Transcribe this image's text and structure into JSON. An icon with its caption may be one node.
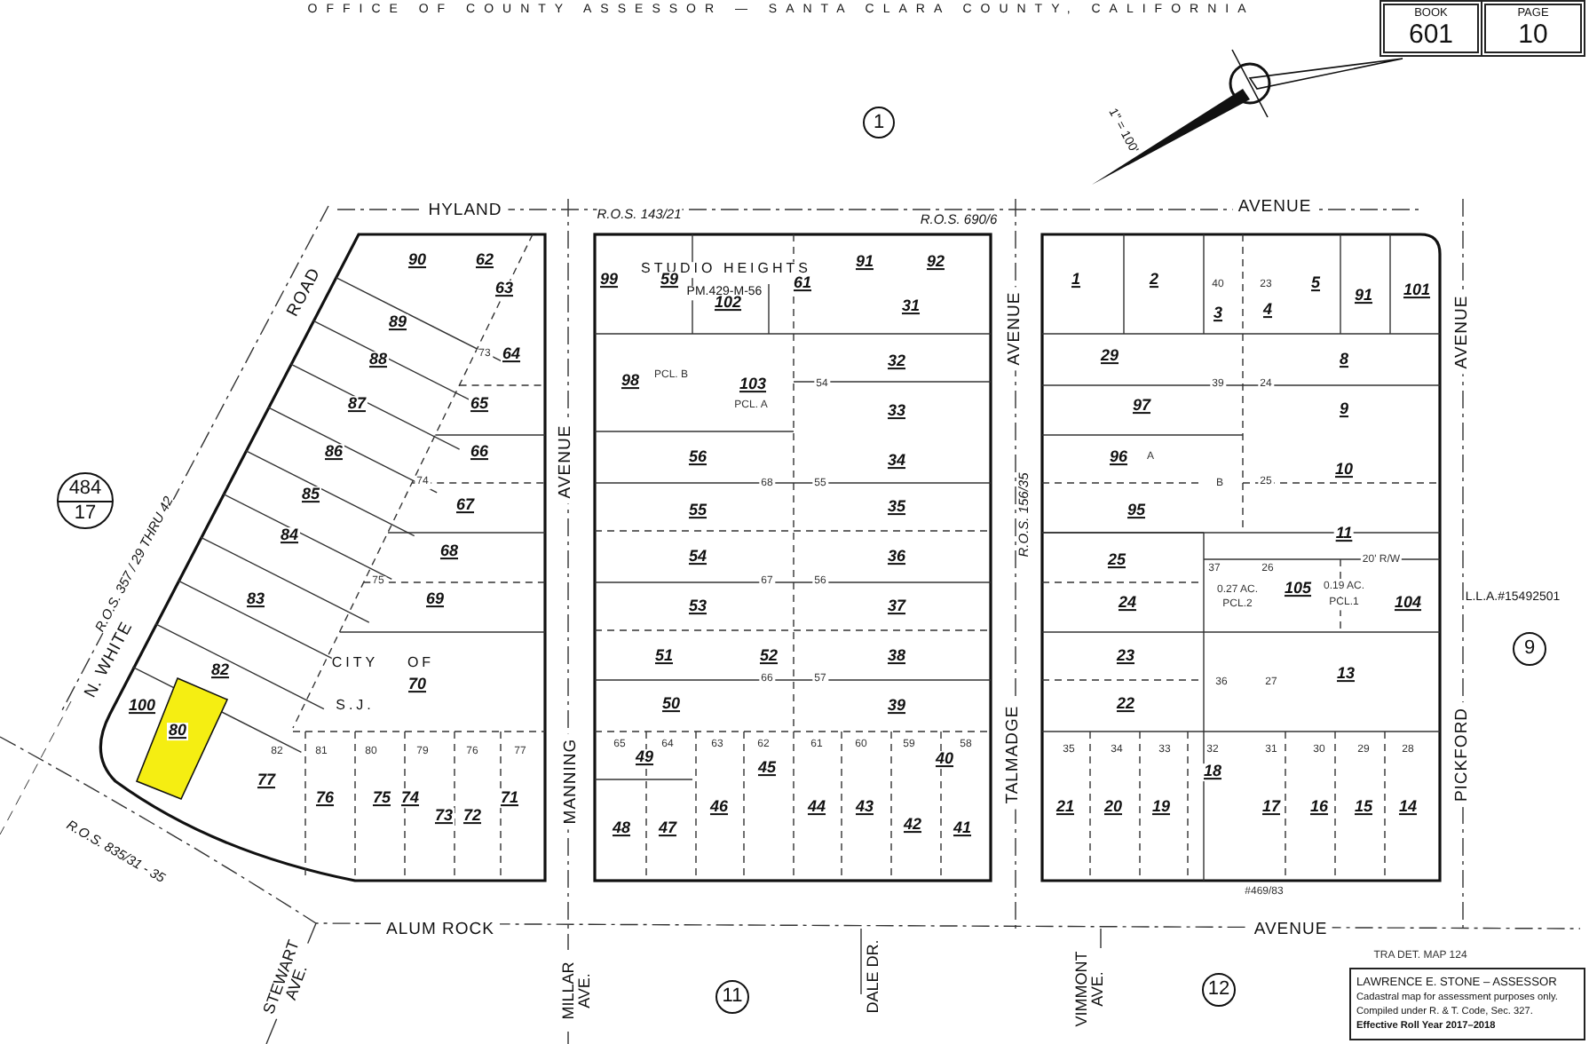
{
  "diagram": {
    "nodes": [
      {
        "text": [
          "BOOK",
          "601"
        ]
      },
      {
        "text": [
          "PAGE",
          "10"
        ]
      },
      {
        "text": [
          "1"
        ]
      },
      {
        "text": [
          "484",
          "17"
        ]
      },
      {
        "text": [
          "9"
        ]
      },
      {
        "text": [
          "11"
        ]
      },
      {
        "text": [
          "12"
        ]
      },
      {
        "text": [
          "LAWRENCE E. STONE – ASSESSOR",
          "Cadastral map for assessment purposes only.",
          "Compiled under R. & T. Code, Sec. 327.",
          "Effective Roll Year 2017–2018"
        ]
      }
    ],
    "labels": [
      "OFFICE OF COUNTY ASSESSOR — SANTA CLARA COUNTY, CALIFORNIA",
      "1\" = 100'",
      "STUDIO HEIGHTS",
      "PM.429-M-56",
      "HYLAND",
      "R.O.S. 143/21",
      "R.O.S. 690/6",
      "AVENUE",
      "ROAD",
      "R.O.S. 357 / 29 THRU 42",
      "N. WHITE",
      "AVENUE",
      "AVENUE",
      "AVENUE",
      "R.O.S. 156/35",
      "CITY",
      "OF",
      "S.J.",
      "MANNING",
      "TALMADGE",
      "PICKFORD",
      "ALUM ROCK",
      "AVENUE",
      "R.O.S. 835/31 - 35",
      "STEWART AVE.",
      "MILLAR AVE.",
      "DALE DR.",
      "VIMMONT AVE.",
      "#469/83",
      "L.L.A.#15492501",
      "0.27 AC.",
      "PCL.2",
      "0.19 AC.",
      "PCL.1",
      "20' R/W",
      "PCL. B",
      "PCL. A",
      "TRA DET. MAP 124",
      "90",
      "62",
      "63",
      "89",
      "64",
      "88",
      "87",
      "65",
      "86",
      "66",
      "85",
      "67",
      "84",
      "68",
      "83",
      "69",
      "82",
      "70",
      "100",
      "80",
      "77",
      "76",
      "75",
      "74",
      "73",
      "72",
      "71",
      "99",
      "59",
      "102",
      "61",
      "91",
      "92",
      "31",
      "98",
      "103",
      "32",
      "33",
      "56",
      "34",
      "55",
      "35",
      "54",
      "36",
      "53",
      "37",
      "51",
      "52",
      "38",
      "50",
      "39",
      "49",
      "45",
      "46",
      "48",
      "47",
      "40",
      "44",
      "43",
      "42",
      "41",
      "1",
      "2",
      "3",
      "4",
      "5",
      "91",
      "101",
      "29",
      "8",
      "97",
      "9",
      "96",
      "10",
      "95",
      "11",
      "25",
      "24",
      "105",
      "104",
      "23",
      "13",
      "22",
      "18",
      "21",
      "20",
      "19",
      "17",
      "16",
      "15",
      "14",
      "40",
      "23",
      "82",
      "81",
      "80",
      "79",
      "76",
      "77",
      "65",
      "64",
      "63",
      "62",
      "61",
      "60",
      "59",
      "58",
      "35",
      "34",
      "33",
      "32",
      "31",
      "30",
      "29",
      "28",
      "36",
      "27",
      "37",
      "26",
      "A",
      "B",
      "54",
      "68",
      "55",
      "67",
      "56",
      "66",
      "57",
      "39",
      "24",
      "25",
      "73",
      "74",
      "75"
    ]
  }
}
